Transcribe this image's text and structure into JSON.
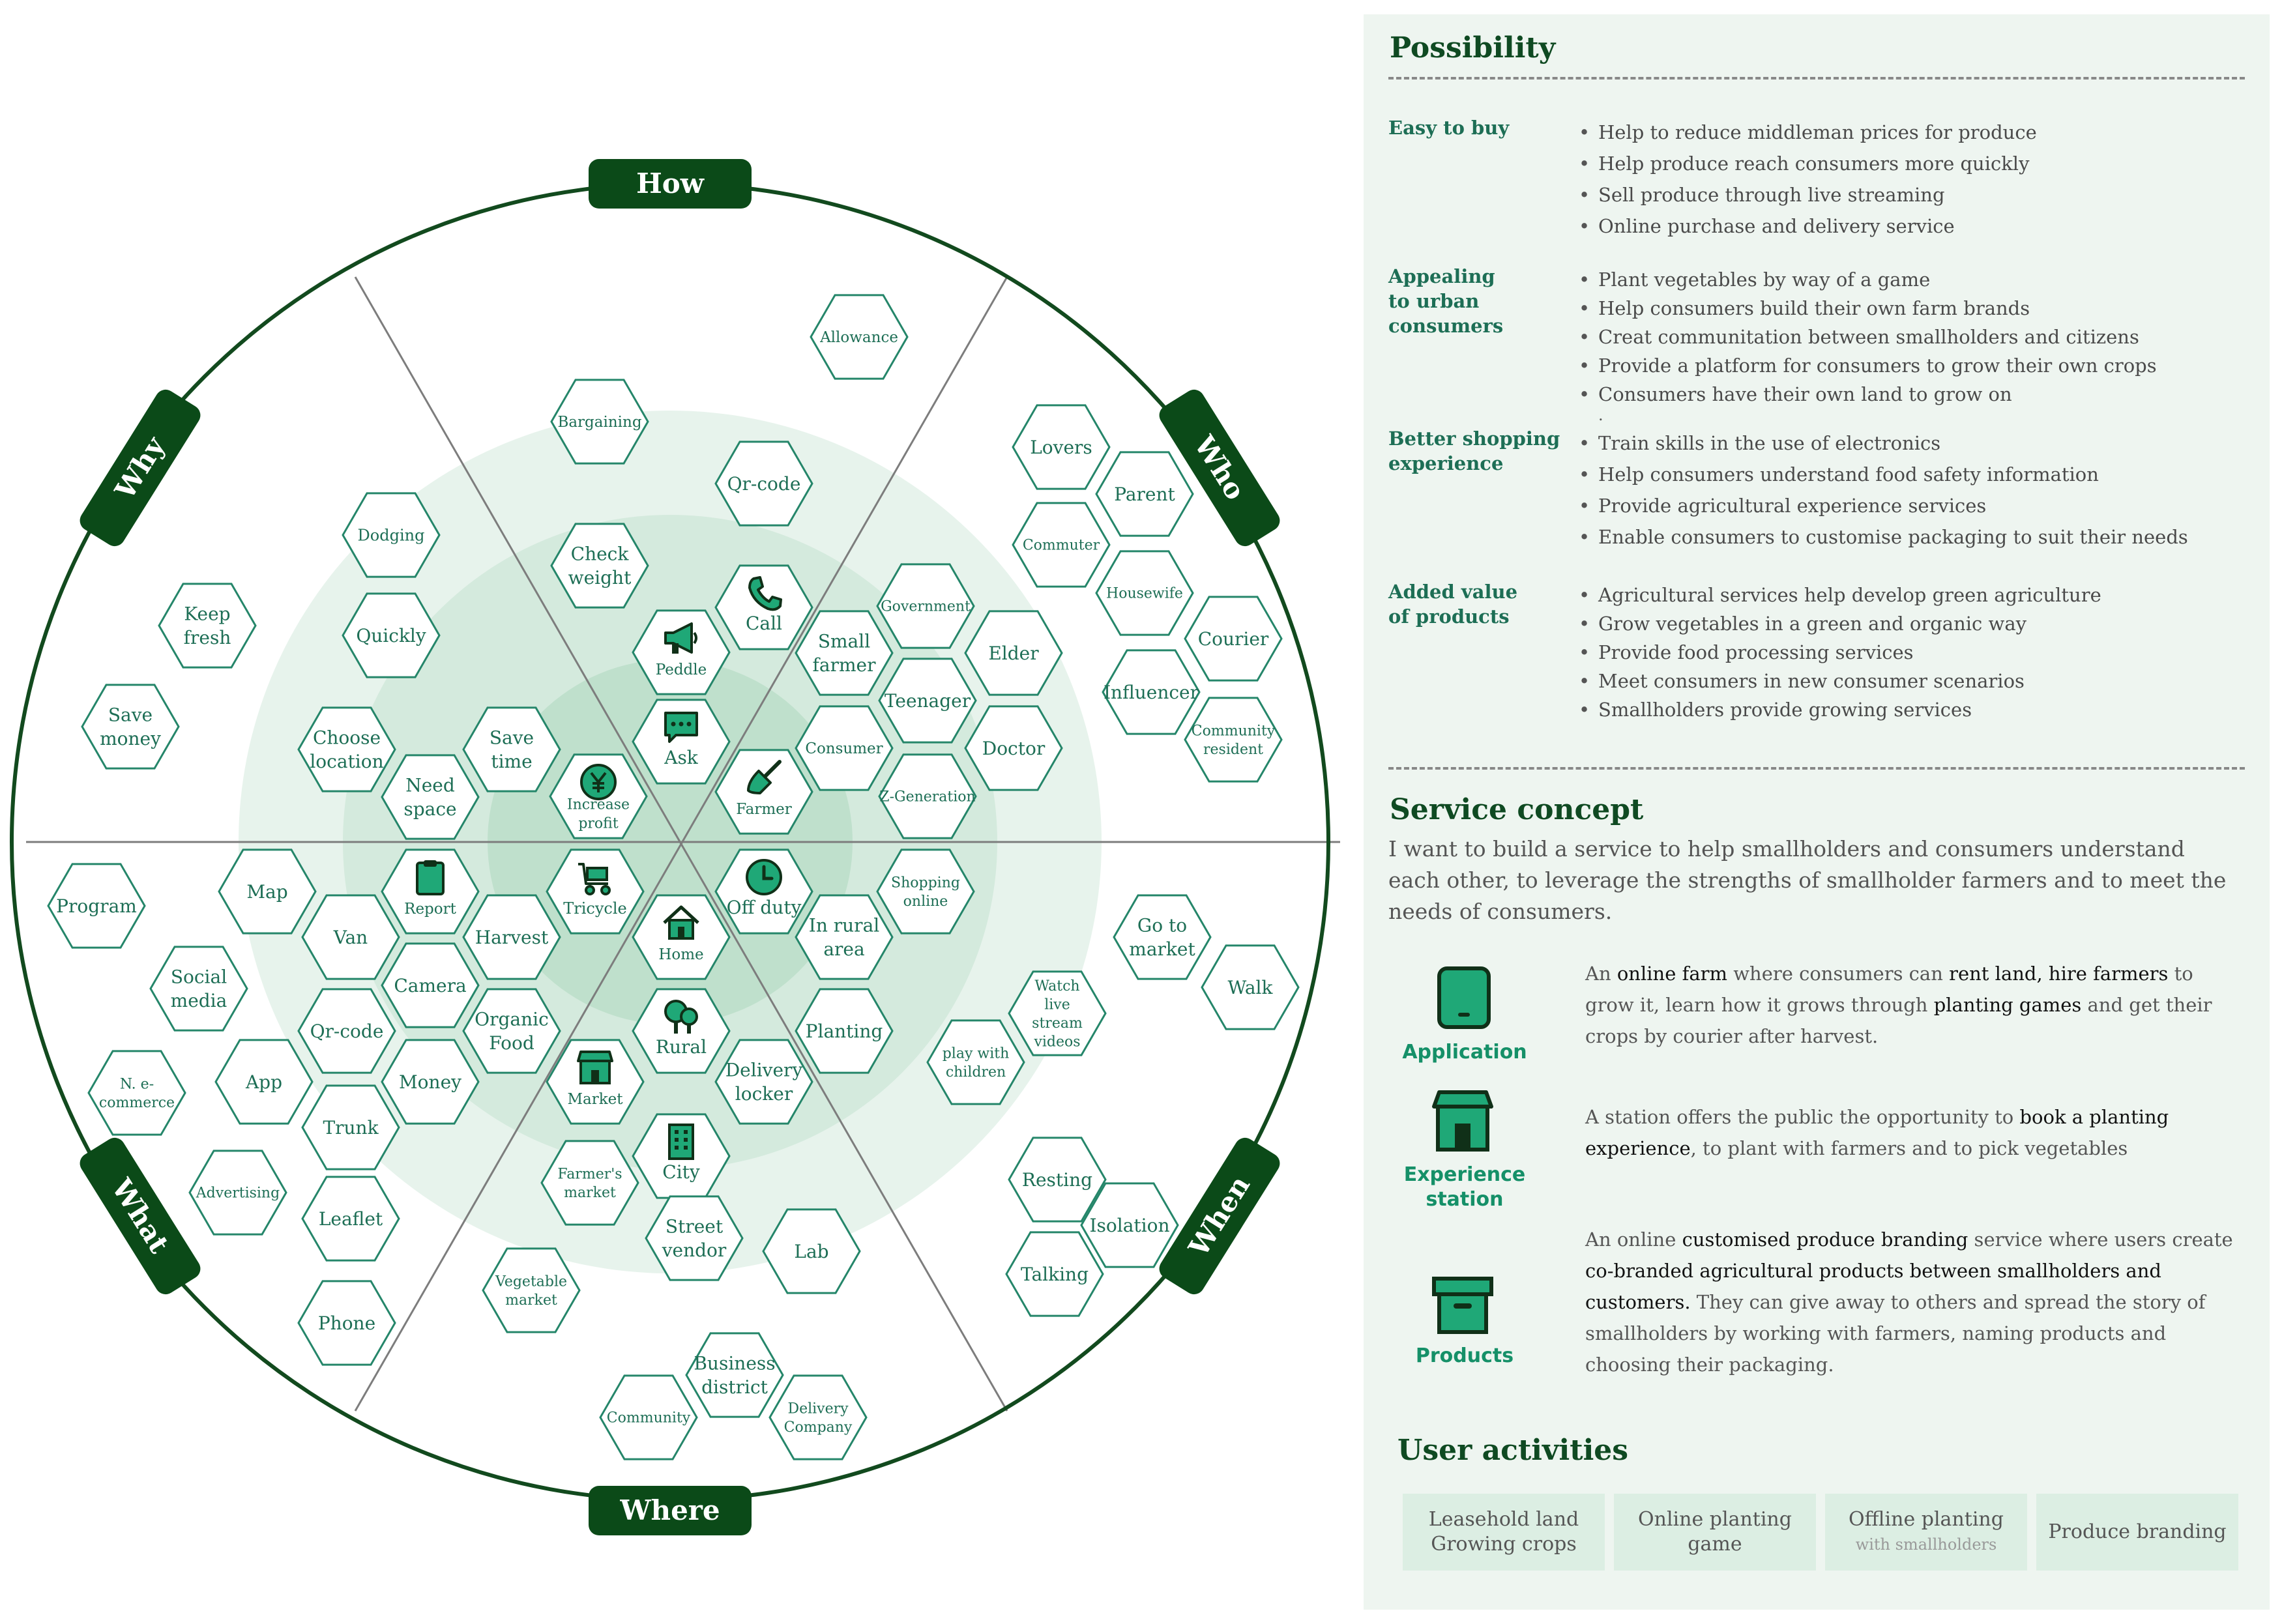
{
  "diagram": {
    "sectors": {
      "how": "How",
      "why": "Why",
      "who": "Who",
      "what": "What",
      "when": "When",
      "where": "Where"
    },
    "hexes": [
      {
        "id": "allowance",
        "label": "Allowance"
      },
      {
        "id": "bargaining",
        "label": "Bargaining"
      },
      {
        "id": "qr-code-top",
        "label": "Qr-code"
      },
      {
        "id": "check-weight",
        "label": "Check\nweight"
      },
      {
        "id": "call",
        "label": "Call"
      },
      {
        "id": "peddle",
        "label": "Peddle"
      },
      {
        "id": "ask",
        "label": "Ask"
      },
      {
        "id": "small-farmer",
        "label": "Small\nfarmer"
      },
      {
        "id": "government",
        "label": "Government"
      },
      {
        "id": "elder",
        "label": "Elder"
      },
      {
        "id": "teenager",
        "label": "Teenager"
      },
      {
        "id": "consumer",
        "label": "Consumer"
      },
      {
        "id": "doctor",
        "label": "Doctor"
      },
      {
        "id": "z-generation",
        "label": "Z-Generation"
      },
      {
        "id": "farmer",
        "label": "Farmer"
      },
      {
        "id": "lovers",
        "label": "Lovers"
      },
      {
        "id": "parent",
        "label": "Parent"
      },
      {
        "id": "commuter",
        "label": "Commuter"
      },
      {
        "id": "housewife",
        "label": "Housewife"
      },
      {
        "id": "courier",
        "label": "Courier"
      },
      {
        "id": "influencer",
        "label": "Influencer"
      },
      {
        "id": "community-resident",
        "label": "Community\nresident"
      },
      {
        "id": "dodging",
        "label": "Dodging"
      },
      {
        "id": "quickly",
        "label": "Quickly"
      },
      {
        "id": "keep-fresh",
        "label": "Keep\nfresh"
      },
      {
        "id": "save-money",
        "label": "Save\nmoney"
      },
      {
        "id": "choose-location",
        "label": "Choose\nlocation"
      },
      {
        "id": "need-space",
        "label": "Need\nspace"
      },
      {
        "id": "save-time",
        "label": "Save\ntime"
      },
      {
        "id": "increase-profit",
        "label": "Increase\nprofit"
      },
      {
        "id": "program",
        "label": "Program"
      },
      {
        "id": "map",
        "label": "Map"
      },
      {
        "id": "report",
        "label": "Report"
      },
      {
        "id": "tricycle",
        "label": "Tricycle"
      },
      {
        "id": "van",
        "label": "Van"
      },
      {
        "id": "harvest",
        "label": "Harvest"
      },
      {
        "id": "home",
        "label": "Home"
      },
      {
        "id": "off-duty",
        "label": "Off duty"
      },
      {
        "id": "in-rural-area",
        "label": "In rural\narea"
      },
      {
        "id": "shopping-online",
        "label": "Shopping\nonline"
      },
      {
        "id": "social-media",
        "label": "Social\nmedia"
      },
      {
        "id": "camera",
        "label": "Camera"
      },
      {
        "id": "qr-code-left",
        "label": "Qr-code"
      },
      {
        "id": "organic-food",
        "label": "Organic\nFood"
      },
      {
        "id": "rural",
        "label": "Rural"
      },
      {
        "id": "planting",
        "label": "Planting"
      },
      {
        "id": "app",
        "label": "App"
      },
      {
        "id": "money",
        "label": "Money"
      },
      {
        "id": "n-ecommerce",
        "label": "N. e-\ncommerce"
      },
      {
        "id": "trunk",
        "label": "Trunk"
      },
      {
        "id": "market",
        "label": "Market"
      },
      {
        "id": "delivery-locker",
        "label": "Delivery\nlocker"
      },
      {
        "id": "city",
        "label": "City"
      },
      {
        "id": "advertising",
        "label": "Advertising"
      },
      {
        "id": "leaflet",
        "label": "Leaflet"
      },
      {
        "id": "farmers-market",
        "label": "Farmer's\nmarket"
      },
      {
        "id": "phone",
        "label": "Phone"
      },
      {
        "id": "street-vendor",
        "label": "Street\nvendor"
      },
      {
        "id": "lab",
        "label": "Lab"
      },
      {
        "id": "vegetable-market",
        "label": "Vegetable\nmarket"
      },
      {
        "id": "business-district",
        "label": "Business\ndistrict"
      },
      {
        "id": "community",
        "label": "Community"
      },
      {
        "id": "delivery-company",
        "label": "Delivery\nCompany"
      },
      {
        "id": "go-to-market",
        "label": "Go to\nmarket"
      },
      {
        "id": "walk",
        "label": "Walk"
      },
      {
        "id": "watch-live",
        "label": "Watch\nlive\nstream\nvideos"
      },
      {
        "id": "play-with-children",
        "label": "play with\nchildren"
      },
      {
        "id": "resting",
        "label": "Resting"
      },
      {
        "id": "isolation",
        "label": "Isolation"
      },
      {
        "id": "talking",
        "label": "Talking"
      }
    ]
  },
  "panel": {
    "possibility": {
      "title": "Possibility",
      "categories": [
        {
          "name": "Easy to buy",
          "items": [
            "Help to reduce middleman prices for produce",
            "Help produce reach consumers more quickly",
            "Sell produce through live streaming",
            "Online purchase and delivery service"
          ]
        },
        {
          "name": "Appealing\nto urban\nconsumers",
          "items": [
            "Plant vegetables by way of a game",
            "Help consumers build their own farm brands",
            "Creat communitation between smallholders and citizens",
            "Provide a platform for consumers to grow their own crops",
            "Consumers have their own land to grow on"
          ],
          "trailing": "."
        },
        {
          "name": "Better shopping\nexperience",
          "items": [
            "Train skills in the use of electronics",
            "Help consumers understand food safety information",
            "Provide agricultural experience services",
            "Enable consumers to customise packaging to suit their needs"
          ]
        },
        {
          "name": "Added value\nof products",
          "items": [
            "Agricultural services help develop green agriculture",
            "Grow vegetables in a green and organic way",
            "Provide food processing services",
            "Meet consumers in new consumer scenarios",
            "Smallholders provide growing services"
          ]
        }
      ]
    },
    "concept": {
      "title": "Service concept",
      "text": "I want to build a service  to help smallholders and consumers understand each other, to leverage the strengths of smallholder farmers and to meet the needs of consumers.",
      "services": [
        {
          "label": "Application",
          "desc": [
            {
              "t": "An "
            },
            {
              "t": "online farm",
              "b": true
            },
            {
              "t": " where consumers can "
            },
            {
              "t": "rent land, hire farmers",
              "b": true
            },
            {
              "t": " to grow it, learn how it grows through "
            },
            {
              "t": "planting games",
              "b": true
            },
            {
              "t": " and get their crops by courier after harvest."
            }
          ]
        },
        {
          "label": "Experience\nstation",
          "desc": [
            {
              "t": "A station offers the public the opportunity to "
            },
            {
              "t": "book a planting experience",
              "b": true
            },
            {
              "t": ", to plant with farmers and to pick vegetables"
            }
          ]
        },
        {
          "label": "Products",
          "desc": [
            {
              "t": "An online "
            },
            {
              "t": "customised produce branding",
              "b": true
            },
            {
              "t": " service where users create "
            },
            {
              "t": "co-branded agricultural products between smallholders and customers.",
              "b": true
            },
            {
              "t": " They can give away to others and spread the story of smallholders by working with farmers, naming products and choosing their packaging."
            }
          ]
        }
      ]
    },
    "activities": {
      "title": "User activities",
      "items": [
        {
          "line1": "Leasehold land",
          "line2": "Growing crops"
        },
        {
          "line1": "Online planting",
          "line2": "game"
        },
        {
          "line1": "Offline planting",
          "sub": "with smallholders"
        },
        {
          "line1": "Produce branding"
        }
      ]
    },
    "colors": {
      "accent": "#1d6e55",
      "dark": "#0f4a22",
      "icon": "#20a878",
      "panel": "#eef5f0"
    }
  }
}
